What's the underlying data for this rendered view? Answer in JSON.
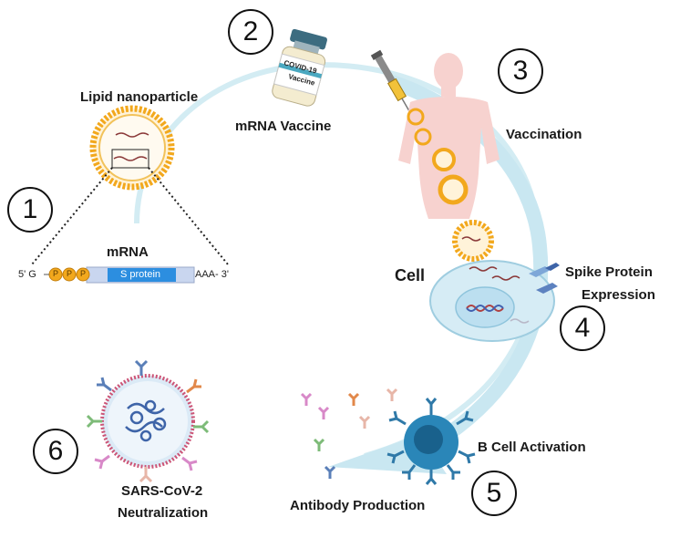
{
  "steps": [
    {
      "number": "1",
      "label": "Lipid nanoparticle"
    },
    {
      "number": "2",
      "label": "mRNA Vaccine"
    },
    {
      "number": "3",
      "label": "Vaccination"
    },
    {
      "number": "4",
      "label": "Spike Protein Expression"
    },
    {
      "number": "5",
      "label": "B Cell Activation"
    },
    {
      "number": "6",
      "label": "SARS-CoV-2 Neutralization"
    }
  ],
  "mrna": {
    "title": "mRNA",
    "five_prime": "5' G",
    "cap": [
      "P",
      "P",
      "P"
    ],
    "gene": "S protein",
    "three_prime": "AAA- 3'"
  },
  "vial": {
    "line1": "COVID-19",
    "line2": "Vaccine"
  },
  "cell_label": "Cell",
  "spike_line1": "Spike Protein",
  "spike_line2": "Expression",
  "antibody_label": "Antibody Production",
  "neutralization_line1": "SARS-CoV-2",
  "neutralization_line2": "Neutralization",
  "colors": {
    "cycle_arrow": "#cfe9f1",
    "nanoparticle": "#f2a81d",
    "cell": "#d6ecf5",
    "bcell": "#2a86b8",
    "gene_box": "#2c8ee0",
    "body": "#f7d2cf"
  }
}
